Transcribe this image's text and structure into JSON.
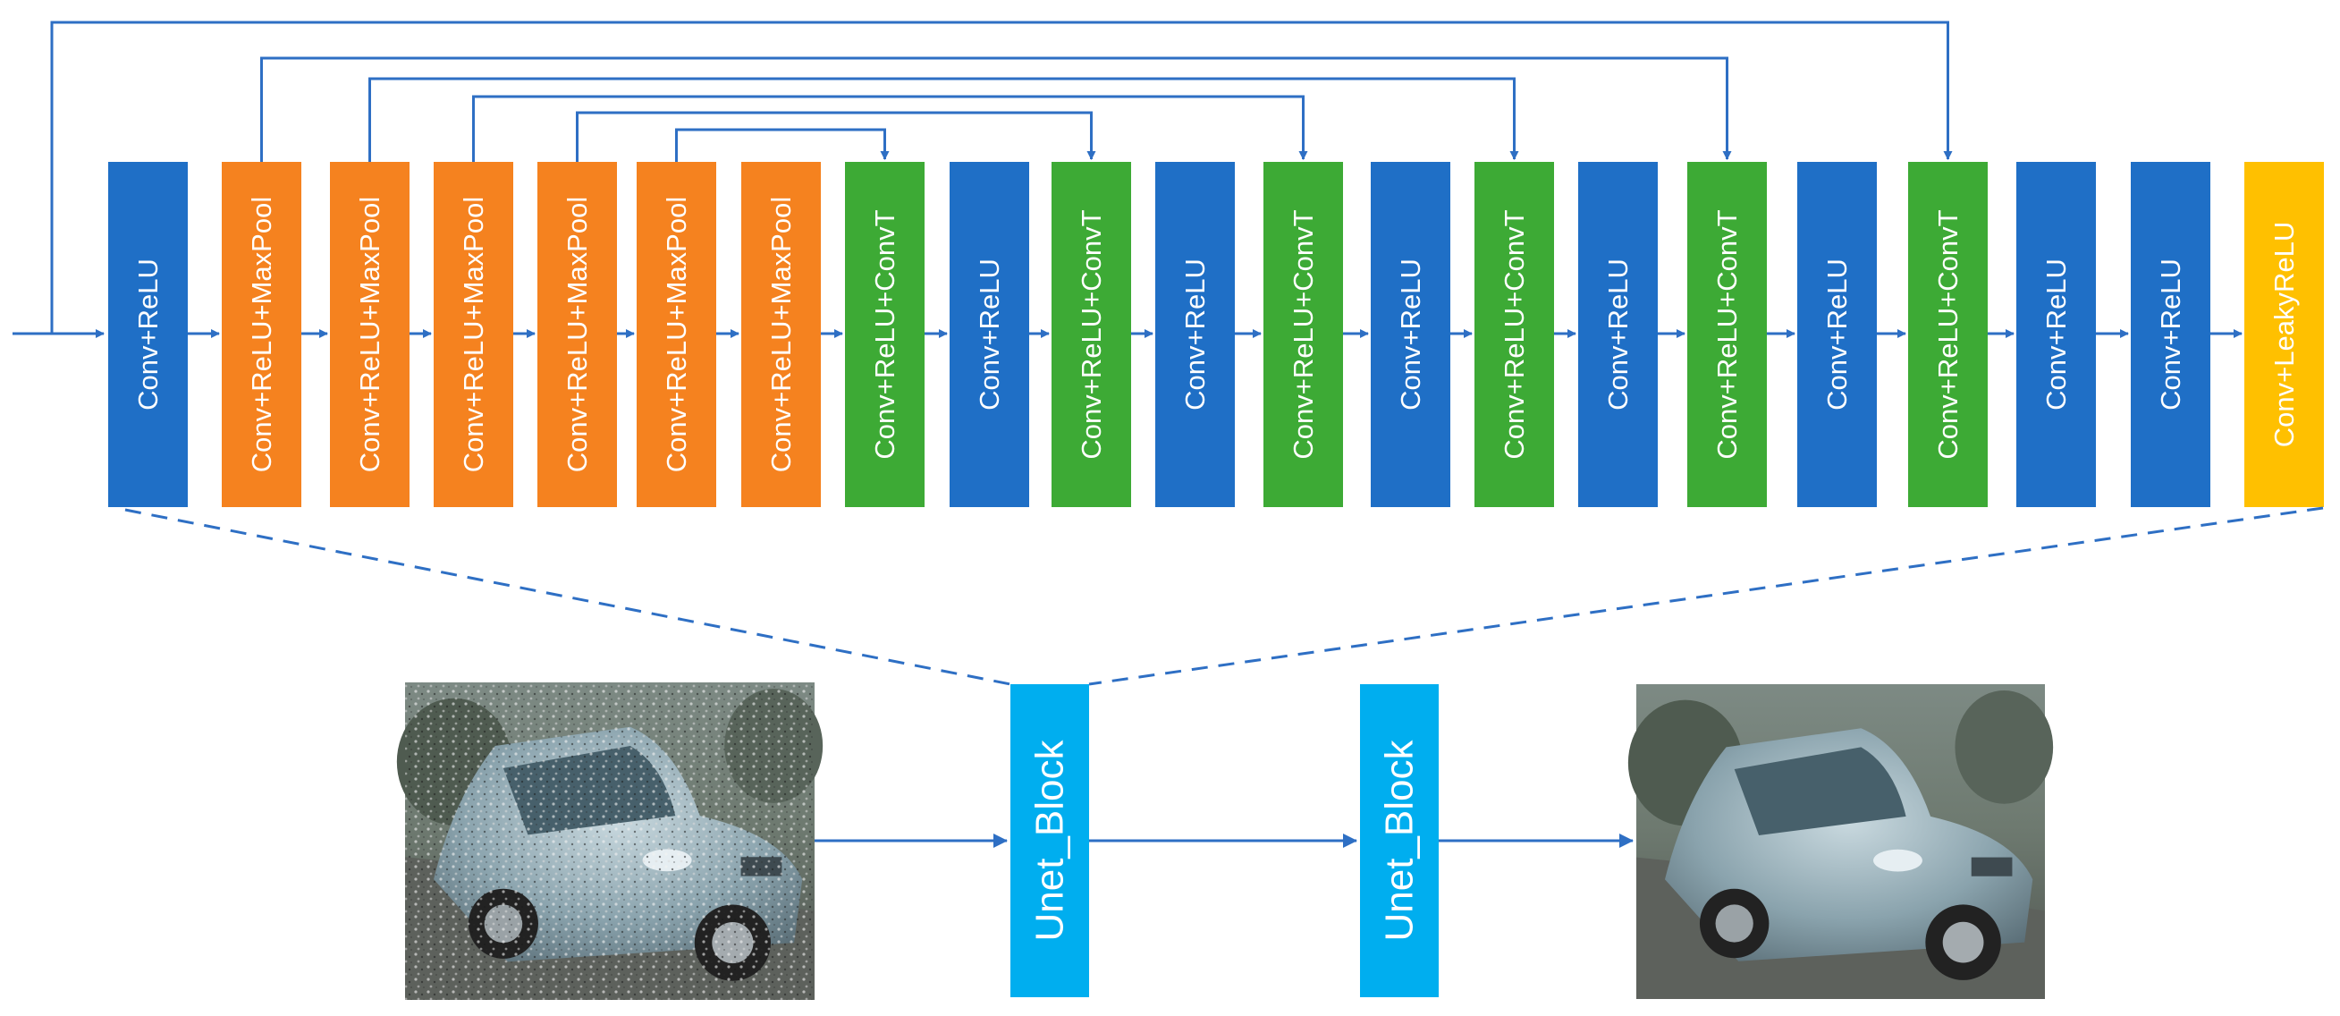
{
  "colors": {
    "blue": "#1F6FC6",
    "orange": "#F5821F",
    "green": "#3DAA35",
    "yellow": "#FFC000",
    "cyan": "#00AEEF",
    "line": "#2E6FC4"
  },
  "blocks": [
    {
      "label": "Conv+ReLU",
      "color": "blue"
    },
    {
      "label": "Conv+ReLU+MaxPool",
      "color": "orange"
    },
    {
      "label": "Conv+ReLU+MaxPool",
      "color": "orange"
    },
    {
      "label": "Conv+ReLU+MaxPool",
      "color": "orange"
    },
    {
      "label": "Conv+ReLU+MaxPool",
      "color": "orange"
    },
    {
      "label": "Conv+ReLU+MaxPool",
      "color": "orange"
    },
    {
      "label": "Conv+ReLU+MaxPool",
      "color": "orange"
    },
    {
      "label": "Conv+ReLU+ConvT",
      "color": "green"
    },
    {
      "label": "Conv+ReLU",
      "color": "blue"
    },
    {
      "label": "Conv+ReLU+ConvT",
      "color": "green"
    },
    {
      "label": "Conv+ReLU",
      "color": "blue"
    },
    {
      "label": "Conv+ReLU+ConvT",
      "color": "green"
    },
    {
      "label": "Conv+ReLU",
      "color": "blue"
    },
    {
      "label": "Conv+ReLU+ConvT",
      "color": "green"
    },
    {
      "label": "Conv+ReLU",
      "color": "blue"
    },
    {
      "label": "Conv+ReLU+ConvT",
      "color": "green"
    },
    {
      "label": "Conv+ReLU",
      "color": "blue"
    },
    {
      "label": "Conv+ReLU+ConvT",
      "color": "green"
    },
    {
      "label": "Conv+ReLU",
      "color": "blue"
    },
    {
      "label": "Conv+ReLU",
      "color": "blue"
    },
    {
      "label": "Conv+LeakyReLU",
      "color": "yellow"
    }
  ],
  "skip_connections": [
    {
      "from": "input",
      "to": 17
    },
    {
      "from": 1,
      "to": 15
    },
    {
      "from": 2,
      "to": 13
    },
    {
      "from": 3,
      "to": 11
    },
    {
      "from": 4,
      "to": 9
    },
    {
      "from": 5,
      "to": 7
    }
  ],
  "pipeline": {
    "input_image": "noisy-car-photo",
    "stages": [
      "Unet_Block",
      "Unet_Block"
    ],
    "output_image": "denoised-car-photo"
  }
}
